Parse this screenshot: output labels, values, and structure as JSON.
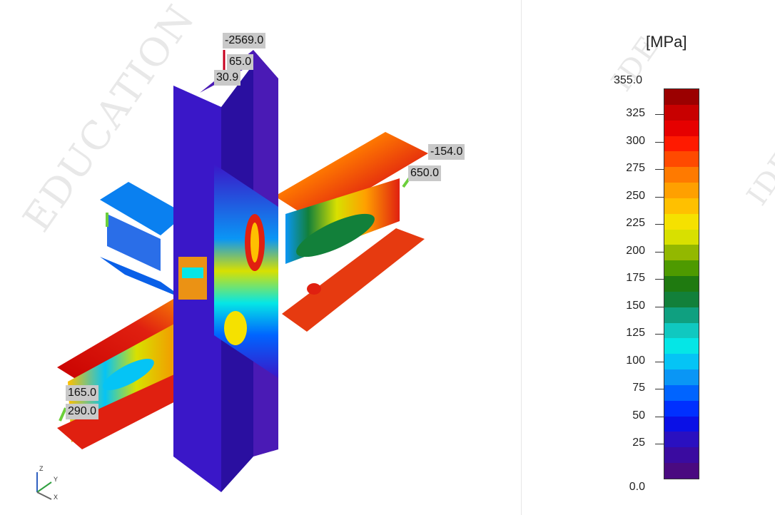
{
  "watermark": {
    "text_left": "EDUCATION",
    "text_right_1": "IDE",
    "text_right_2": "IDE"
  },
  "load_labels": {
    "column_axial": "-2569.0",
    "column_shear": "65.0",
    "column_moment": "30.9",
    "right_beam_axial": "-154.0",
    "right_beam_moment": "650.0",
    "left_beam_shear": "165.0",
    "left_beam_moment": "290.0"
  },
  "axis_triad": {
    "z": "Z",
    "y": "Y",
    "x": "X"
  },
  "legend": {
    "unit": "[MPa]",
    "max_label": "355.0",
    "min_label": "0.0",
    "ticks": [
      "325",
      "300",
      "275",
      "250",
      "225",
      "200",
      "175",
      "150",
      "125",
      "100",
      "75",
      "50",
      "25"
    ],
    "colors": [
      "#9b0000",
      "#c80000",
      "#e60000",
      "#ff1a00",
      "#ff4a00",
      "#ff7a00",
      "#ffa000",
      "#ffc000",
      "#f5e100",
      "#d8e000",
      "#93b800",
      "#4e9a00",
      "#1f7a10",
      "#12803a",
      "#0fa080",
      "#10c8c0",
      "#05e6e6",
      "#05c4f5",
      "#0a96f5",
      "#0064ff",
      "#0030ff",
      "#0a10e6",
      "#2a10c0",
      "#3a0ba0",
      "#4a0a80"
    ]
  },
  "colors": {
    "column": "#3a17c8",
    "column_dark": "#2a0fa0",
    "beam_hot": "#e02010",
    "beam_warm": "#ff7a00",
    "stress_cool": "#0a96f5",
    "load_arrow": "#6ccf3b"
  }
}
